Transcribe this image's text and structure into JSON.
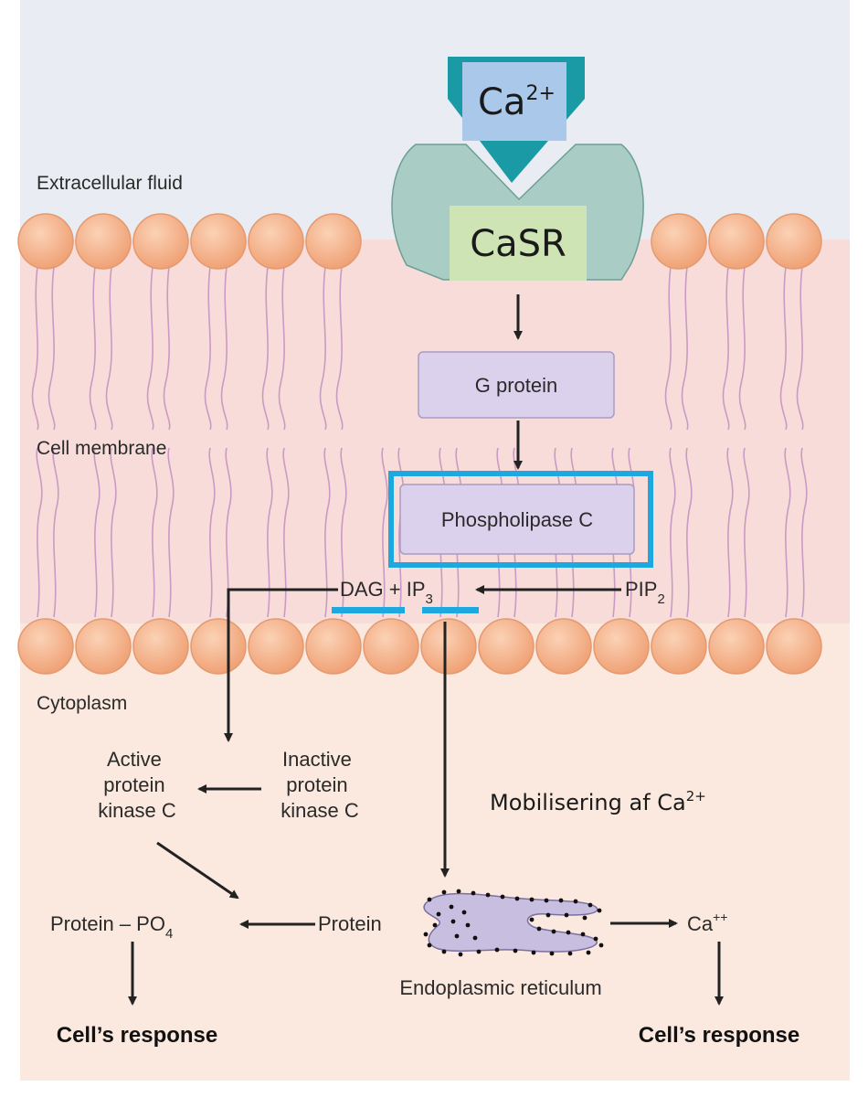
{
  "labels": {
    "ca_ion": "Ca",
    "ca_ion_sup": "2+",
    "receptor": "CaSR",
    "extracellular": "Extracellular fluid",
    "cell_membrane": "Cell membrane",
    "cytoplasm": "Cytoplasm",
    "g_protein": "G protein",
    "phospholipase": "Phospholipase C",
    "dag_ip3_main": "DAG + IP",
    "ip3_sub": "3",
    "pip2_main": "PIP",
    "pip2_sub": "2",
    "active_pkc": [
      "Active",
      "protein",
      "kinase C"
    ],
    "inactive_pkc": [
      "Inactive",
      "protein",
      "kinase C"
    ],
    "mobilisering": "Mobilisering af Ca",
    "mobilisering_sup": "2+",
    "protein_po4_main": "Protein – PO",
    "protein_po4_sub": "4",
    "protein": "Protein",
    "ca_pp_main": "Ca",
    "ca_pp_sup": "++",
    "er": "Endoplasmic reticulum",
    "response_left": "Cell’s response",
    "response_right": "Cell’s response"
  },
  "colors": {
    "extracellular_bg": "#e9edf3",
    "membrane_bg": "#f8dcd9",
    "cytoplasm_bg": "#fbe9df",
    "lipid_head": "#f4b08a",
    "receptor": "#a9cdc4",
    "receptor_label_bg": "#cfe4b5",
    "ion_triangle": "#1a9aa5",
    "ion_box": "#a9c8ea",
    "protein_box": "#dcd1ec",
    "highlight": "#1ea8e0",
    "er_fill": "#c8bfe0"
  }
}
